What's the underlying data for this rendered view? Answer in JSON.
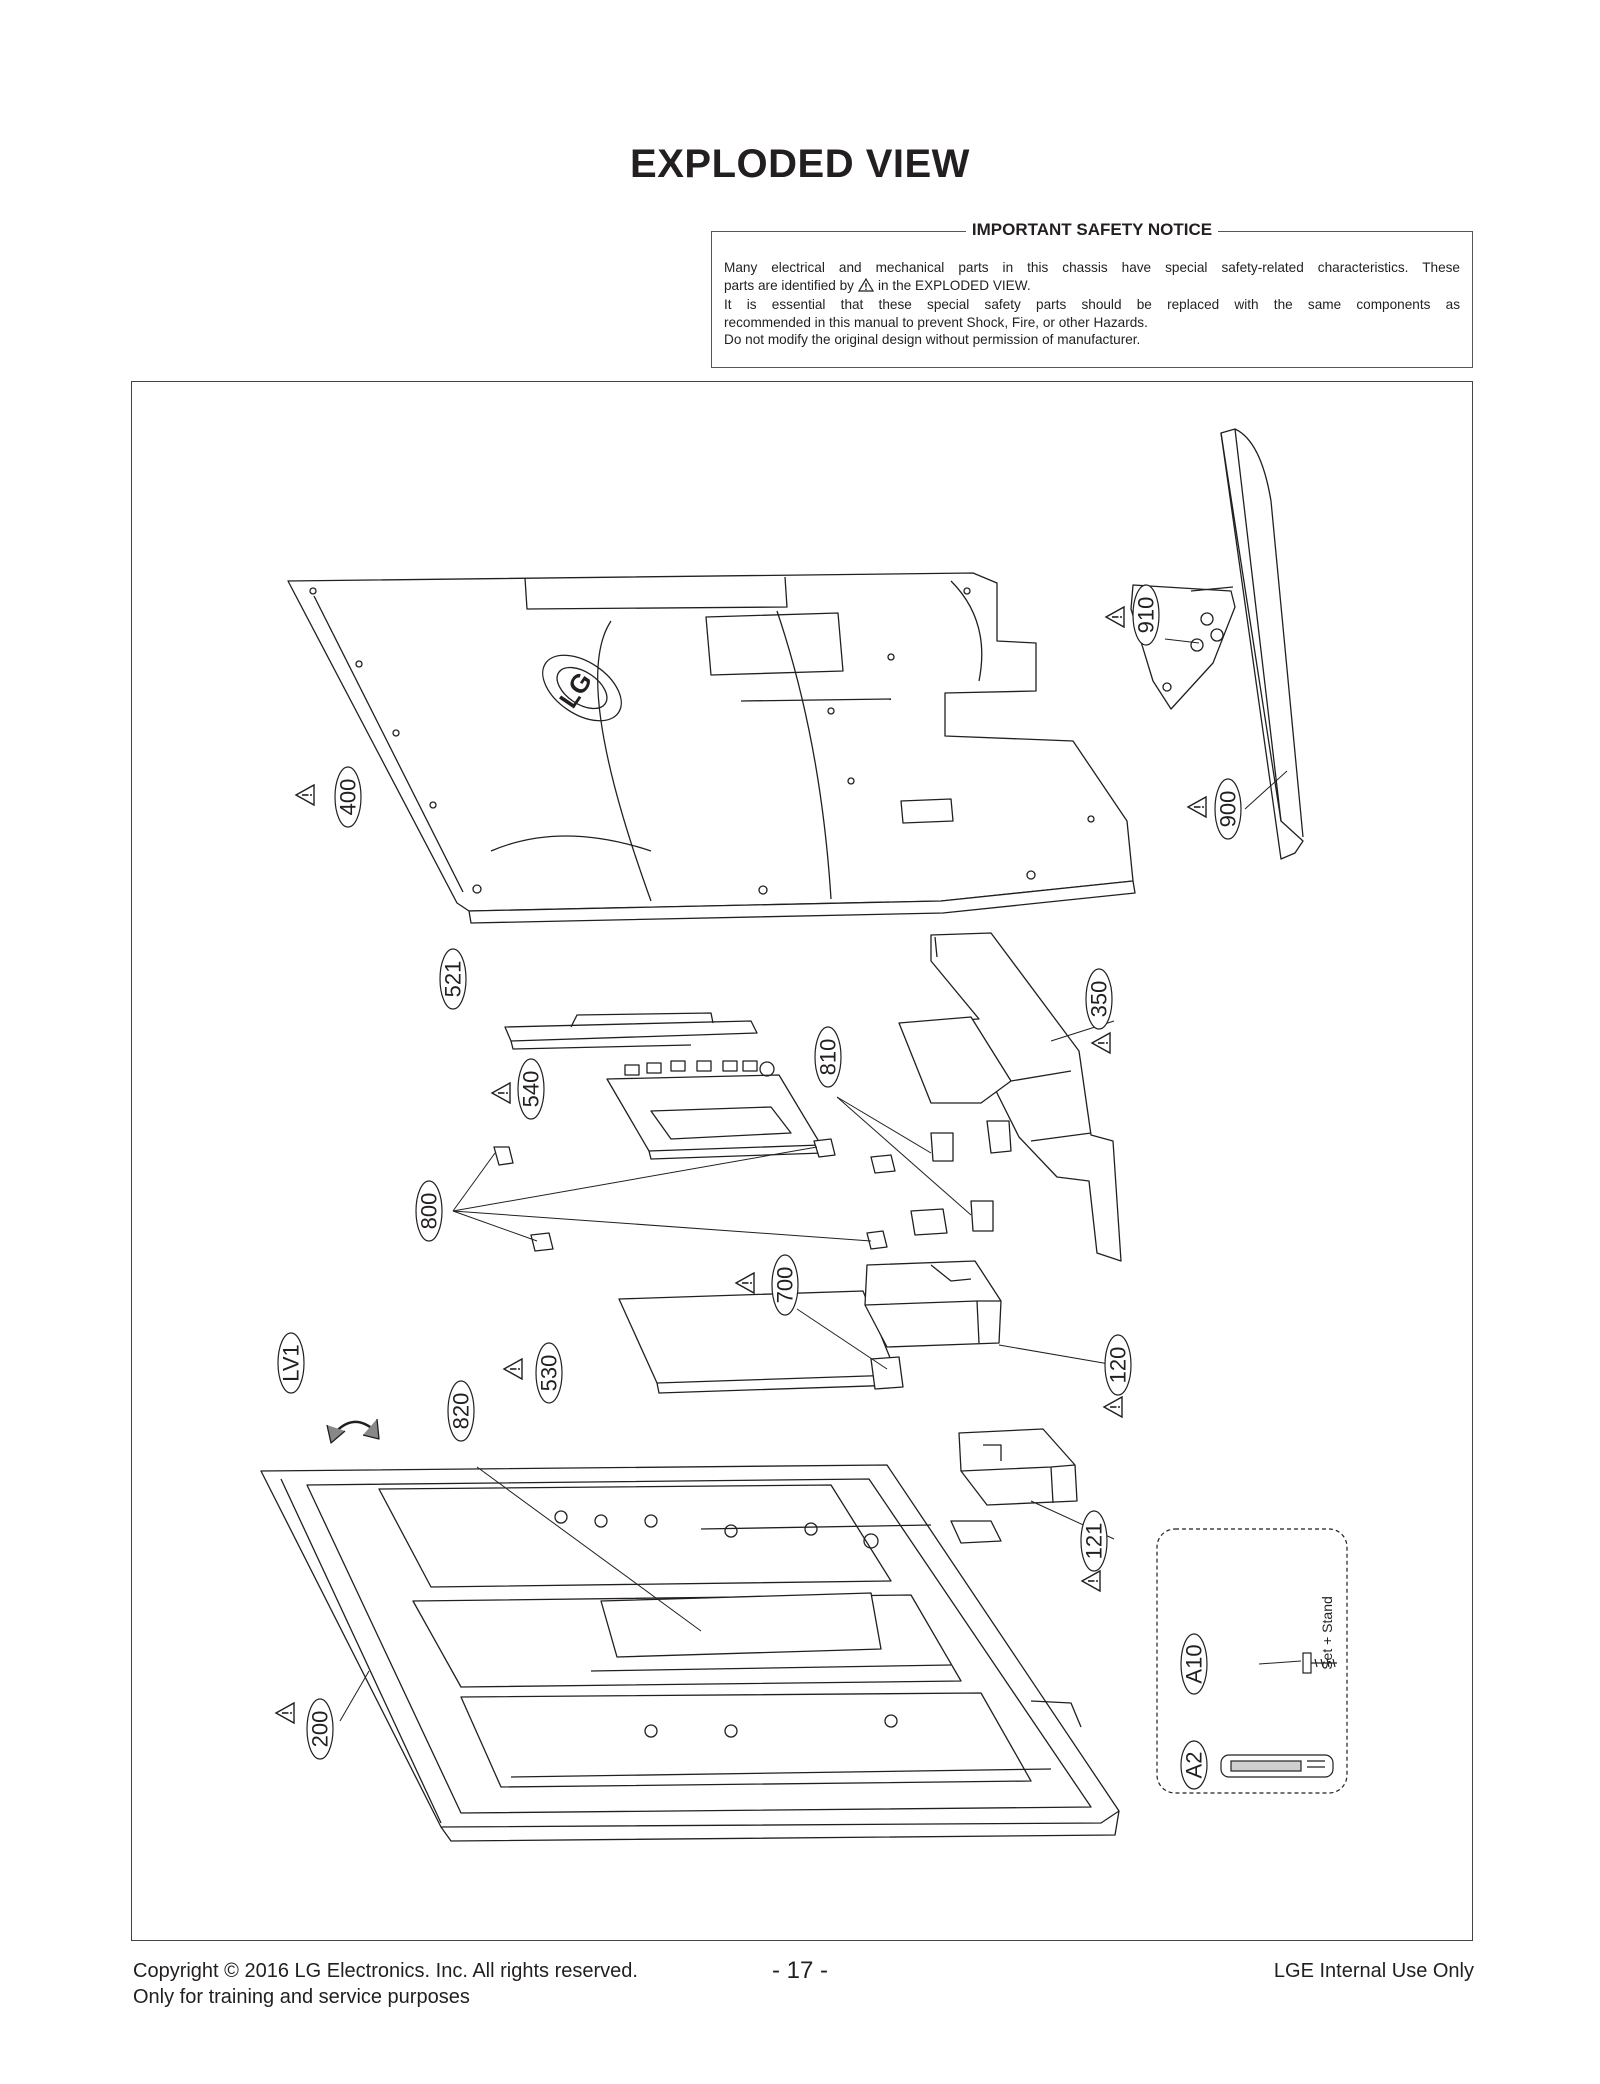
{
  "page": {
    "title": "EXPLODED VIEW"
  },
  "safety_notice": {
    "heading": "IMPORTANT SAFETY NOTICE",
    "line1": "Many electrical and mechanical parts in this chassis have special safety-related characteristics. These",
    "line2_before": "parts are identified by",
    "line2_after": "in the EXPLODED VIEW.",
    "line3": "It is essential that these special safety parts should be replaced with the same components as",
    "line4": "recommended in this manual to prevent Shock, Fire, or other Hazards.",
    "line5": "Do not modify the original design without permission of manufacturer."
  },
  "callouts": {
    "c910": "910",
    "c400": "400",
    "c900": "900",
    "c521": "521",
    "c350": "350",
    "c810": "810",
    "c540": "540",
    "c800": "800",
    "c700": "700",
    "c120": "120",
    "c530": "530",
    "cLV1": "LV1",
    "c820": "820",
    "c121": "121",
    "c200": "200",
    "cA10": "A10",
    "cA2": "A2"
  },
  "accessory_box": {
    "note": "Set + Stand"
  },
  "drawing_labels": {
    "back_cover_logo": "LG"
  },
  "footer": {
    "copyright": "Copyright  © 2016 LG Electronics. Inc. All rights reserved.",
    "training": "Only for training and service purposes",
    "page_number": "- 17 -",
    "internal": "LGE Internal Use Only"
  }
}
